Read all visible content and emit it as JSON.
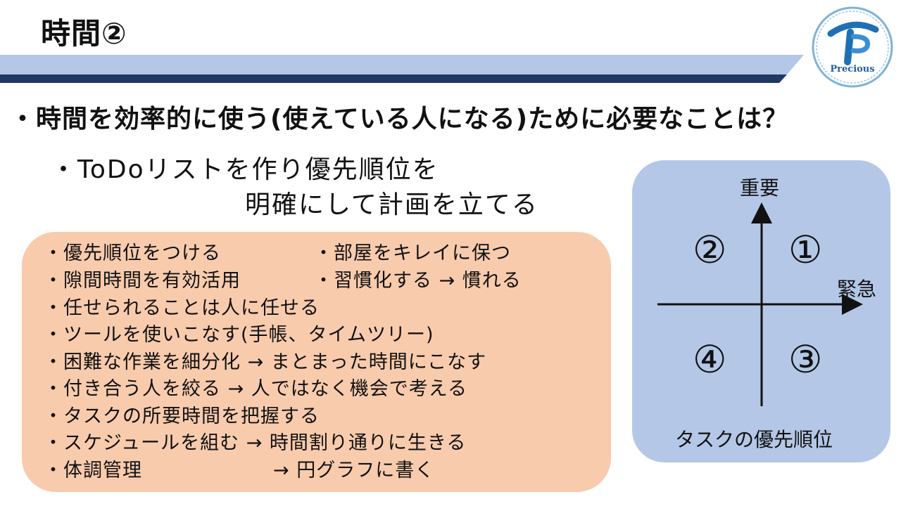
{
  "slide": {
    "title": "時間②",
    "logo_text": "Precious"
  },
  "main": {
    "heading": "・時間を効率的に使う(使えている人になる)ために必要なことは？",
    "answer_line1": "・ToDoリストを作り優先順位を",
    "answer_line2": "明確にして計画を立てる"
  },
  "tips": {
    "left": [
      "・優先順位をつける",
      "・隙間時間を有効活用",
      "・任せられることは人に任せる",
      "・ツールを使いこなす(手帳、タイムツリー)",
      "・困難な作業を細分化 → まとまった時間にこなす",
      "・付き合う人を絞る → 人ではなく機会で考える",
      "・タスクの所要時間を把握する",
      "・スケジュールを組む → 時間割り通りに生きる",
      "・体調管理"
    ],
    "right": [
      "・部屋をキレイに保つ",
      "・習慣化する → 慣れる"
    ],
    "last_suffix": "→ 円グラフに書く"
  },
  "matrix": {
    "y_label": "重要",
    "x_label": "緊急",
    "caption": "タスクの優先順位",
    "quadrants": {
      "top_left": "②",
      "top_right": "①",
      "bottom_left": "④",
      "bottom_right": "③"
    }
  },
  "colors": {
    "band_light": "#b4c7e7",
    "band_dark": "#203864",
    "tips_bg": "#f8cbad",
    "matrix_bg": "#b4c7e7",
    "logo_blue": "#2e75b6"
  }
}
